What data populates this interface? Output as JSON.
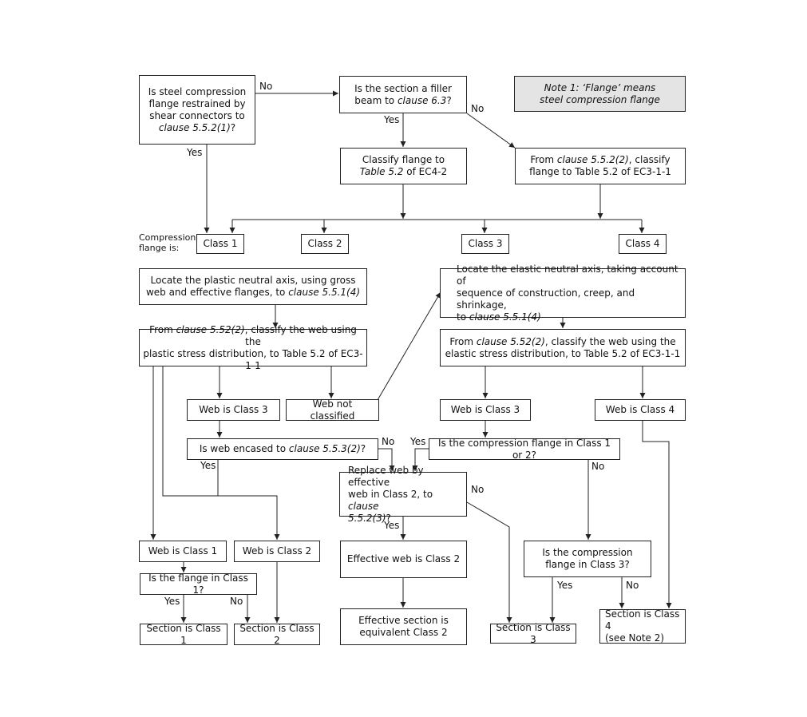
{
  "q_restrained": {
    "l1": "Is steel compression",
    "l2": "flange restrained by",
    "l3": "shear connectors to",
    "l4": "clause 5.5.2(1)",
    "l4b": "?"
  },
  "q_filler": {
    "l1a": "Is the section a filler",
    "l2a": "beam to ",
    "l2b": "clause 6.3",
    "l2c": "?"
  },
  "note1": {
    "l1": "Note 1: ‘Flange’ means",
    "l2": "steel compression flange"
  },
  "classify_ec4": {
    "l1": "Classify flange to",
    "l2a": "Table 5.2",
    "l2b": " of EC4-2"
  },
  "classify_ec3": {
    "l1a": "From ",
    "l1b": "clause 5.5.2(2)",
    "l1c": ", classify",
    "l2": "flange to Table 5.2 of EC3-1-1"
  },
  "compression_flange_label": {
    "l1": "Compression",
    "l2": "flange is:"
  },
  "flange_classes": [
    "Class 1",
    "Class 2",
    "Class 3",
    "Class 4"
  ],
  "plastic_na": {
    "l1": "Locate the plastic neutral axis, using gross",
    "l2a": "web and effective flanges, to ",
    "l2b": "clause 5.5.1(4)"
  },
  "elastic_na": {
    "l1": "Locate the elastic neutral axis, taking account of",
    "l2": "sequence of construction, creep, and shrinkage,",
    "l3a": "to ",
    "l3b": "clause 5.5.1(4)"
  },
  "web_plastic": {
    "l1a": "From ",
    "l1b": "clause 5.52(2)",
    "l1c": ", classify the web using the",
    "l2": "plastic stress distribution, to Table 5.2 of EC3-1-1"
  },
  "web_elastic": {
    "l1a": "From ",
    "l1b": "clause 5.52(2)",
    "l1c": ", classify the web using the",
    "l2": "elastic stress distribution, to Table 5.2 of EC3-1-1"
  },
  "web_class3_left": "Web is Class 3",
  "web_not_classified": "Web not classified",
  "web_class3_right": "Web is Class 3",
  "web_class4": "Web is Class 4",
  "q_encased": {
    "a": "Is web encased to ",
    "b": "clause 5.5.3(2)",
    "c": "?"
  },
  "q_flange12": "Is the compression flange in Class 1 or 2?",
  "replace_web": {
    "l1": "Replace web by effective",
    "l2a": "web in Class 2, to ",
    "l2b": "clause",
    "l3": "5.5.2(3)",
    "l3b": "?"
  },
  "web_class1": "Web is Class 1",
  "web_class2": "Web is Class 2",
  "effective_web_class2": "Effective web is Class 2",
  "q_flange3": {
    "l1": "Is the compression",
    "l2": "flange in Class 3?"
  },
  "q_flange1": "Is the flange in Class 1?",
  "section_class1": "Section is Class 1",
  "section_class2": "Section is Class 2",
  "effective_section": {
    "l1": "Effective section is",
    "l2": "equivalent Class 2"
  },
  "section_class3": "Section is Class 3",
  "section_class4": {
    "l1": "Section is Class 4",
    "l2": "(see Note 2)"
  },
  "labels": {
    "yes": "Yes",
    "no": "No"
  }
}
